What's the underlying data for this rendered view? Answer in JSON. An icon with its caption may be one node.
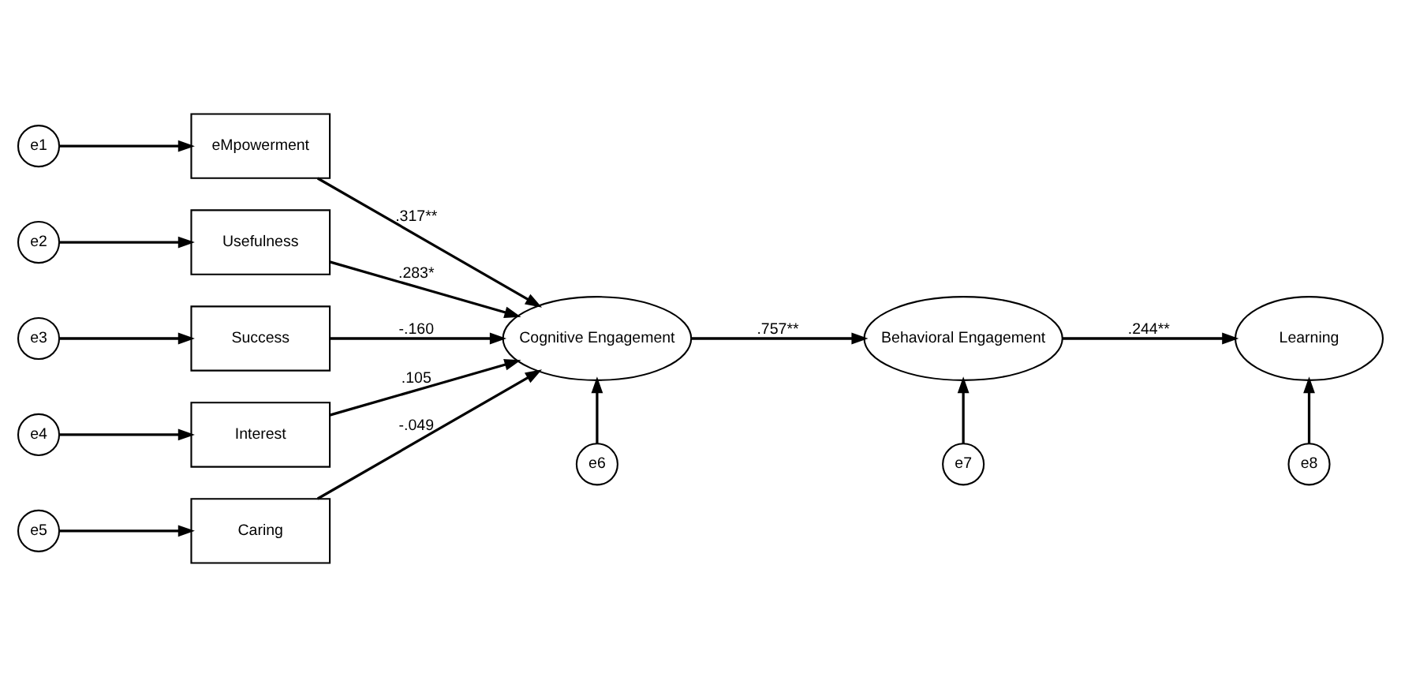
{
  "diagram": {
    "nodes": [
      {
        "text": [
          "e1"
        ]
      },
      {
        "text": [
          "eMpowerment"
        ]
      },
      {
        "text": [
          "e2"
        ]
      },
      {
        "text": [
          "Usefulness"
        ]
      },
      {
        "text": [
          "e3"
        ]
      },
      {
        "text": [
          "Success"
        ]
      },
      {
        "text": [
          "e4"
        ]
      },
      {
        "text": [
          "Interest"
        ]
      },
      {
        "text": [
          "e5"
        ]
      },
      {
        "text": [
          "Caring"
        ]
      },
      {
        "text": [
          "Cognitive Engagement"
        ]
      },
      {
        "text": [
          "Behavioral Engagement"
        ]
      },
      {
        "text": [
          "Learning"
        ]
      },
      {
        "text": [
          "e6"
        ]
      },
      {
        "text": [
          "e7"
        ]
      },
      {
        "text": [
          "e8"
        ]
      }
    ],
    "edges": [
      {
        "from": 0,
        "to": 1,
        "arrow": "to"
      },
      {
        "from": 2,
        "to": 3,
        "arrow": "to"
      },
      {
        "from": 4,
        "to": 5,
        "arrow": "to"
      },
      {
        "from": 6,
        "to": 7,
        "arrow": "to"
      },
      {
        "from": 8,
        "to": 9,
        "arrow": "to"
      },
      {
        "from": 1,
        "to": 10,
        "label": ".317**",
        "arrow": "to"
      },
      {
        "from": 3,
        "to": 10,
        "label": ".283*",
        "arrow": "to"
      },
      {
        "from": 5,
        "to": 10,
        "label": "-.160",
        "arrow": "to"
      },
      {
        "from": 7,
        "to": 10,
        "label": ".105",
        "arrow": "to"
      },
      {
        "from": 9,
        "to": 10,
        "label": "-.049",
        "arrow": "to"
      },
      {
        "from": 10,
        "to": 11,
        "label": ".757**",
        "arrow": "to"
      },
      {
        "from": 11,
        "to": 12,
        "label": ".244**",
        "arrow": "to"
      },
      {
        "from": 13,
        "to": 10,
        "arrow": "to"
      },
      {
        "from": 14,
        "to": 11,
        "arrow": "to"
      },
      {
        "from": 15,
        "to": 12,
        "arrow": "to"
      }
    ]
  }
}
